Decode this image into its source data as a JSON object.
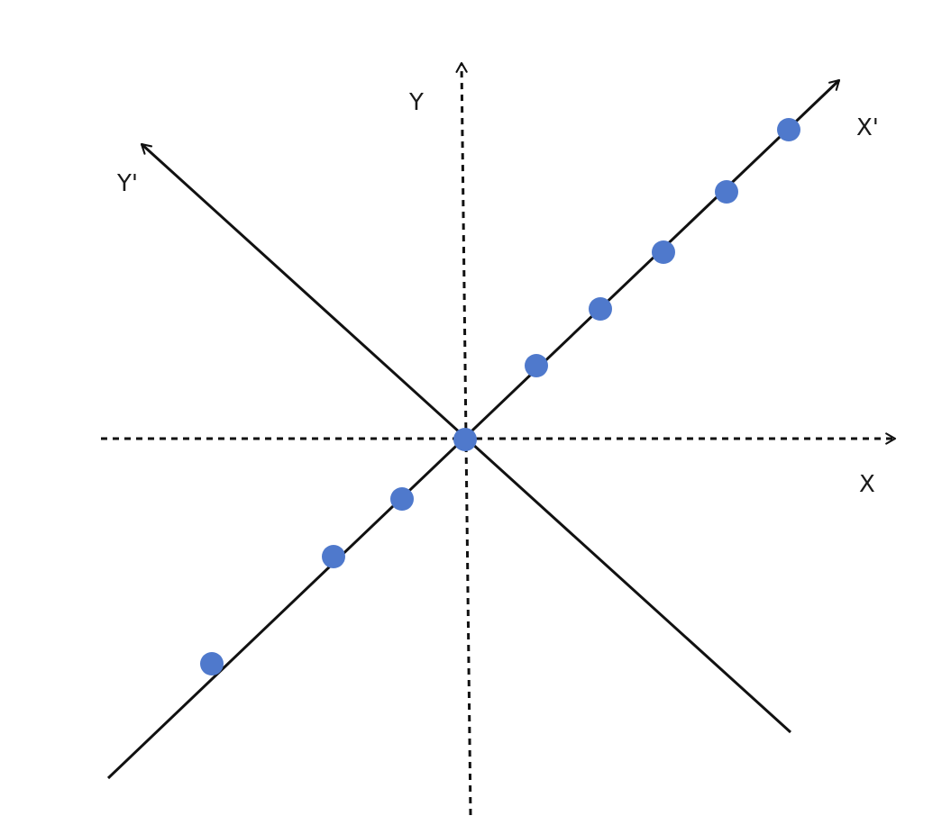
{
  "labels": {
    "y": "Y",
    "x": "X",
    "y_prime": "Y'",
    "x_prime": "X'"
  },
  "colors": {
    "points": "#4f79cc",
    "lines": "#111111"
  },
  "point_count": 9
}
